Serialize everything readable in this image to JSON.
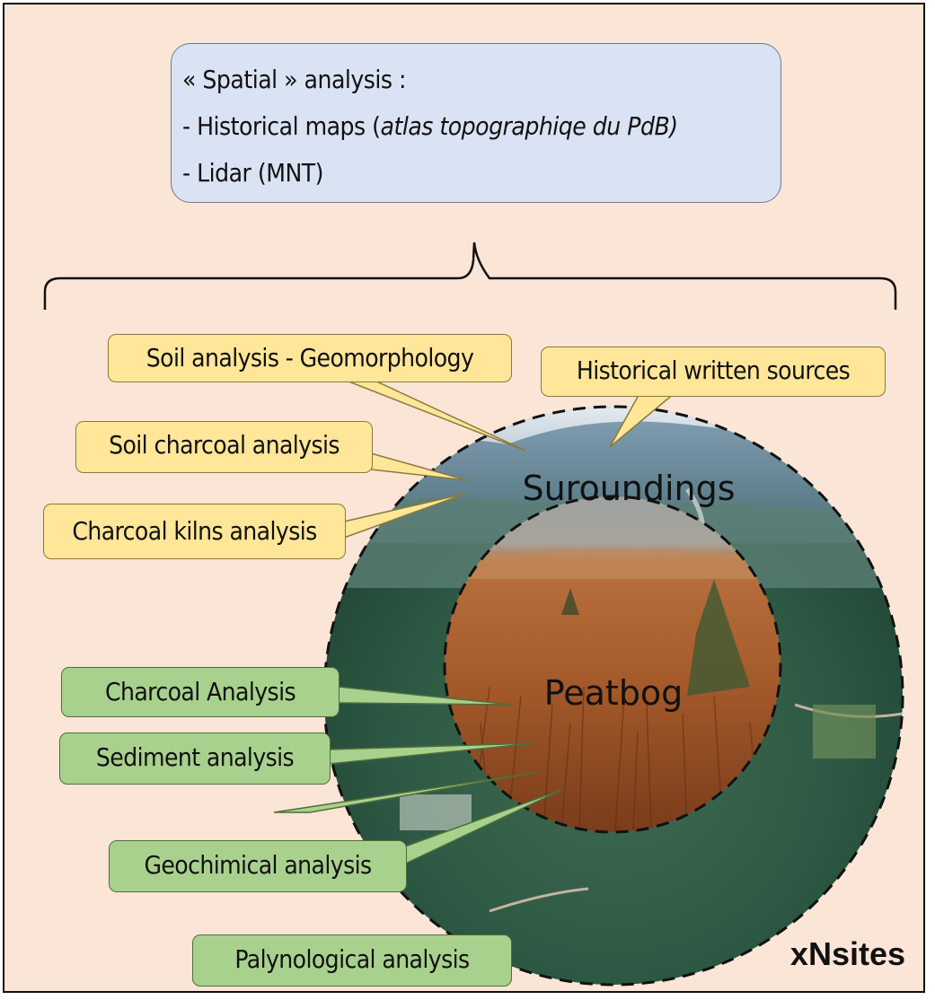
{
  "spatial": {
    "line1": "« Spatial » analysis :",
    "line2_prefix": "- Historical maps (",
    "line2_italic": "atlas topographiqe du PdB)",
    "line3": "- Lidar (MNT)"
  },
  "surroundings_label": "Suroundings",
  "peatbog_label": "Peatbog",
  "yellow_callouts": {
    "soil_geomorph": "Soil analysis - Geomorphology",
    "historical_written": "Historical written sources",
    "soil_charcoal": "Soil charcoal analysis",
    "charcoal_kilns": "Charcoal kilns analysis"
  },
  "green_callouts": {
    "charcoal": "Charcoal Analysis",
    "sediment": "Sediment analysis",
    "geochimical": "Geochimical analysis",
    "palynological": "Palynological analysis"
  },
  "site_label": "xNsites",
  "colors": {
    "background": "#fbe5d6",
    "spatial_box": "#dae3f3",
    "yellow_callout": "#ffe699",
    "green_callout": "#a9d18e"
  }
}
